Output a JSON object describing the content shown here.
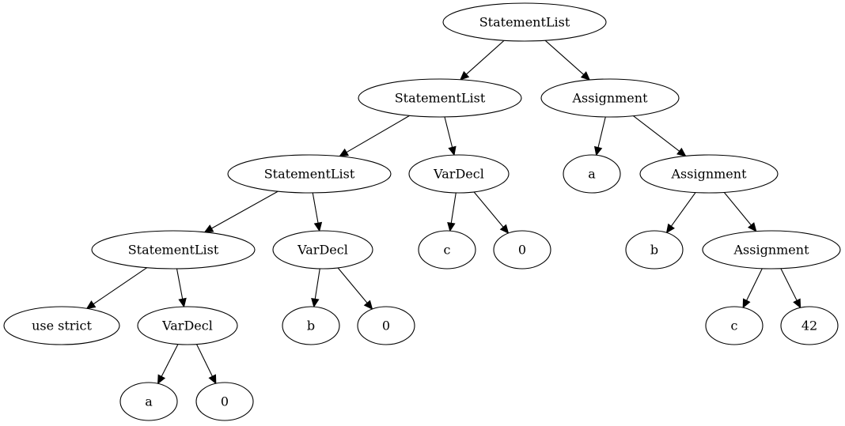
{
  "diagram": {
    "nodes": [
      {
        "id": "n1",
        "label": "StatementList"
      },
      {
        "id": "n2",
        "label": "StatementList"
      },
      {
        "id": "n3",
        "label": "Assignment"
      },
      {
        "id": "n4",
        "label": "StatementList"
      },
      {
        "id": "n5",
        "label": "VarDecl"
      },
      {
        "id": "n6",
        "label": "a"
      },
      {
        "id": "n7",
        "label": "Assignment"
      },
      {
        "id": "n8",
        "label": "StatementList"
      },
      {
        "id": "n9",
        "label": "VarDecl"
      },
      {
        "id": "n10",
        "label": "c"
      },
      {
        "id": "n11",
        "label": "0"
      },
      {
        "id": "n12",
        "label": "b"
      },
      {
        "id": "n13",
        "label": "Assignment"
      },
      {
        "id": "n14",
        "label": "use strict"
      },
      {
        "id": "n15",
        "label": "VarDecl"
      },
      {
        "id": "n16",
        "label": "b"
      },
      {
        "id": "n17",
        "label": "0"
      },
      {
        "id": "n18",
        "label": "c"
      },
      {
        "id": "n19",
        "label": "42"
      },
      {
        "id": "n20",
        "label": "a"
      },
      {
        "id": "n21",
        "label": "0"
      }
    ],
    "edges": [
      {
        "from": "n1",
        "to": "n2"
      },
      {
        "from": "n1",
        "to": "n3"
      },
      {
        "from": "n2",
        "to": "n4"
      },
      {
        "from": "n2",
        "to": "n5"
      },
      {
        "from": "n3",
        "to": "n6"
      },
      {
        "from": "n3",
        "to": "n7"
      },
      {
        "from": "n4",
        "to": "n8"
      },
      {
        "from": "n4",
        "to": "n9"
      },
      {
        "from": "n5",
        "to": "n10"
      },
      {
        "from": "n5",
        "to": "n11"
      },
      {
        "from": "n7",
        "to": "n12"
      },
      {
        "from": "n7",
        "to": "n13"
      },
      {
        "from": "n8",
        "to": "n14"
      },
      {
        "from": "n8",
        "to": "n15"
      },
      {
        "from": "n9",
        "to": "n16"
      },
      {
        "from": "n9",
        "to": "n17"
      },
      {
        "from": "n13",
        "to": "n18"
      },
      {
        "from": "n13",
        "to": "n19"
      },
      {
        "from": "n15",
        "to": "n20"
      },
      {
        "from": "n15",
        "to": "n21"
      }
    ]
  }
}
